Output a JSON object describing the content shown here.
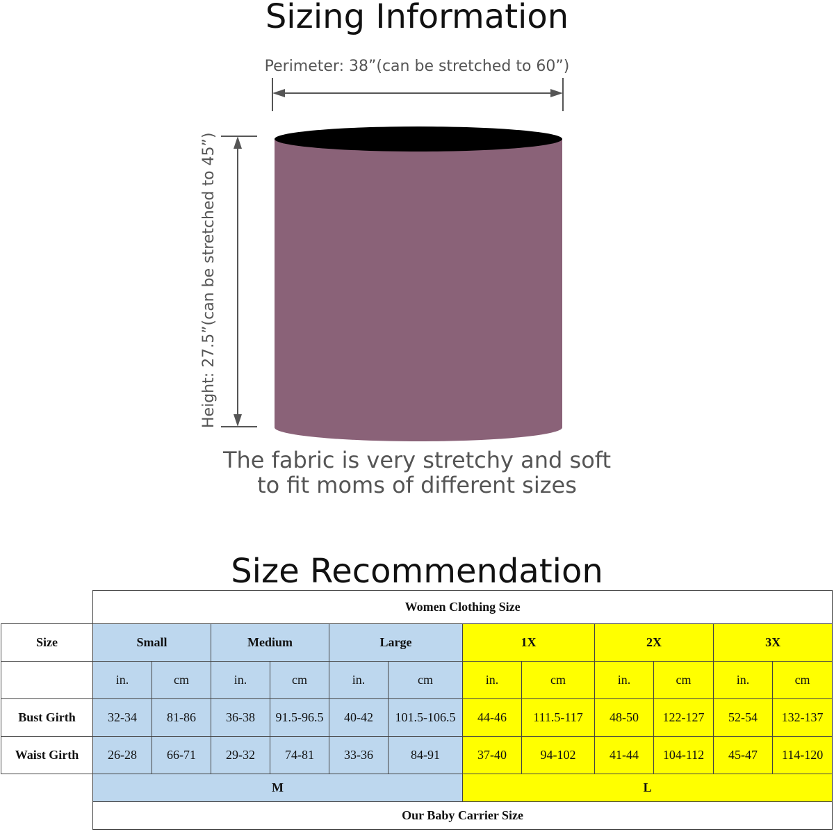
{
  "sizing_title": "Sizing Information",
  "perimeter_label": "Perimeter: 38”(can be stretched to 60”)",
  "height_label": "Height: 27.5”(can be stretched to 45”)",
  "fabric_note_line1": "The fabric is very stretchy and soft",
  "fabric_note_line2": "to fit moms of different sizes",
  "recommendation_title": "Size Recommendation",
  "colors": {
    "fabric": "#8a6278",
    "fabric_top": "#000000",
    "blue_cells": "#bdd7ee",
    "yellow_cells": "#ffff00"
  },
  "table": {
    "top_header": "Women Clothing Size",
    "size_label": "Size",
    "sizes": [
      "Small",
      "Medium",
      "Large",
      "1X",
      "2X",
      "3X"
    ],
    "units": [
      "in.",
      "cm"
    ],
    "rows": [
      {
        "label": "Bust Girth",
        "values": [
          "32-34",
          "81-86",
          "36-38",
          "91.5-96.5",
          "40-42",
          "101.5-106.5",
          "44-46",
          "111.5-117",
          "48-50",
          "122-127",
          "52-54",
          "132-137"
        ]
      },
      {
        "label": "Waist Girth",
        "values": [
          "26-28",
          "66-71",
          "29-32",
          "74-81",
          "33-36",
          "84-91",
          "37-40",
          "94-102",
          "41-44",
          "104-112",
          "45-47",
          "114-120"
        ]
      }
    ],
    "carrier_sizes": [
      "M",
      "L"
    ],
    "bottom_footer": "Our Baby Carrier Size"
  }
}
